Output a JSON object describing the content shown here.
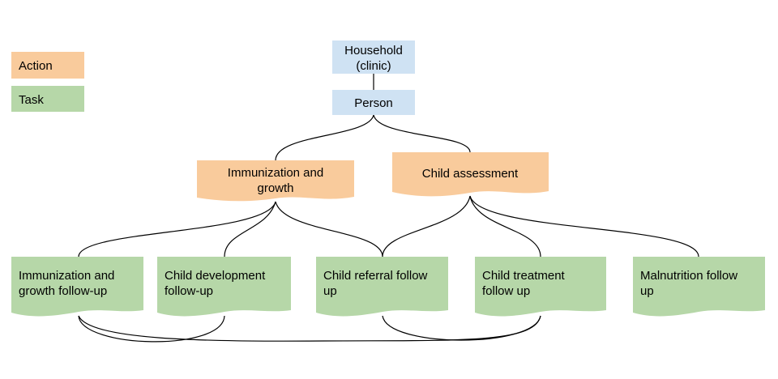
{
  "legend": {
    "action": {
      "label": "Action",
      "color": "#f9cb9c"
    },
    "task": {
      "label": "Task",
      "color": "#b6d7a8"
    }
  },
  "entity_color": "#cfe2f3",
  "nodes": {
    "household": {
      "line1": "Household",
      "line2": "(clinic)"
    },
    "person": {
      "line1": "Person"
    },
    "immunization_growth": {
      "line1": "Immunization and",
      "line2": "growth"
    },
    "child_assessment": {
      "line1": "Child assessment"
    },
    "task_immunization": {
      "line1": "Immunization and",
      "line2": "growth follow-up"
    },
    "task_development": {
      "line1": "Child development",
      "line2": "follow-up"
    },
    "task_referral": {
      "line1": "Child referral follow",
      "line2": "up"
    },
    "task_treatment": {
      "line1": "Child treatment",
      "line2": "follow up"
    },
    "task_malnutrition": {
      "line1": "Malnutrition follow",
      "line2": "up"
    }
  }
}
